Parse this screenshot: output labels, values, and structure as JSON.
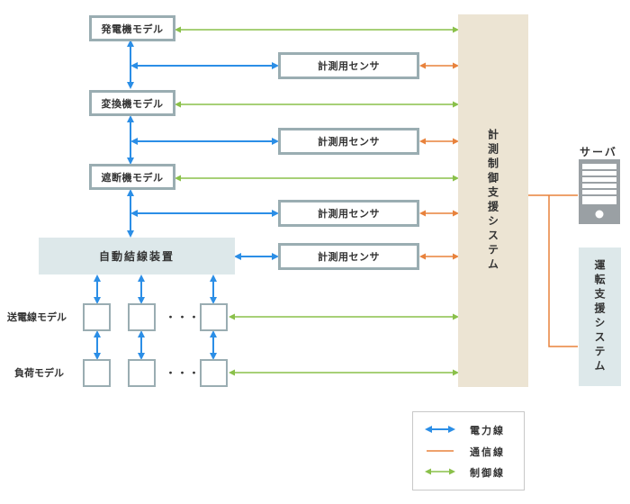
{
  "models": {
    "generator": "発電機モデル",
    "converter": "変換機モデル",
    "breaker": "遮断機モデル"
  },
  "sensor_label": "計測用センサ",
  "auto_device": "自動結線装置",
  "row_labels": {
    "transmission": "送電線モデル",
    "load": "負荷モデル"
  },
  "dots": "・・・",
  "support_system": "計測制御支援システム",
  "server": "サーバ",
  "operation_system": "運転支援システム",
  "legend": {
    "power": "電力線",
    "comm": "通信線",
    "control": "制御線"
  },
  "colors": {
    "power": "#2b8ee6",
    "comm": "#e8823c",
    "control": "#8ac04a",
    "border": "#9aadb2",
    "support_bg": "#ece4d3",
    "panel_bg": "#dde8ea"
  }
}
